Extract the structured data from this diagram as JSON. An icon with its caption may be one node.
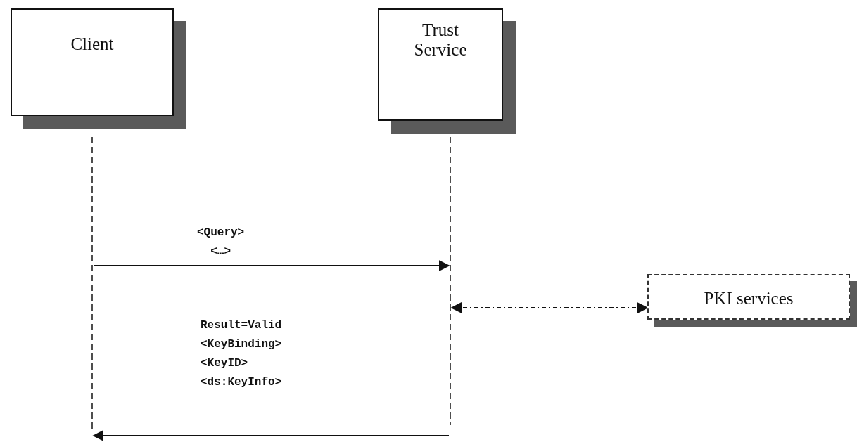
{
  "diagram": {
    "nodes": [
      {
        "text": [
          "Client"
        ]
      },
      {
        "text": [
          "Trust Service"
        ]
      },
      {
        "text": [
          "PKI services"
        ]
      },
      {
        "text": [],
        "shape": "line"
      },
      {
        "text": [],
        "shape": "line"
      }
    ],
    "edges": [
      {
        "from": 3,
        "to": 4,
        "arrow": "to",
        "label": "<Query> <…>"
      },
      {
        "from": 4,
        "to": 3,
        "arrow": "to",
        "label": "Result=Valid <KeyBinding> <KeyID> <ds:KeyInfo>"
      },
      {
        "from": 4,
        "to": 2,
        "arrow": "both",
        "style": "dashed"
      }
    ]
  }
}
